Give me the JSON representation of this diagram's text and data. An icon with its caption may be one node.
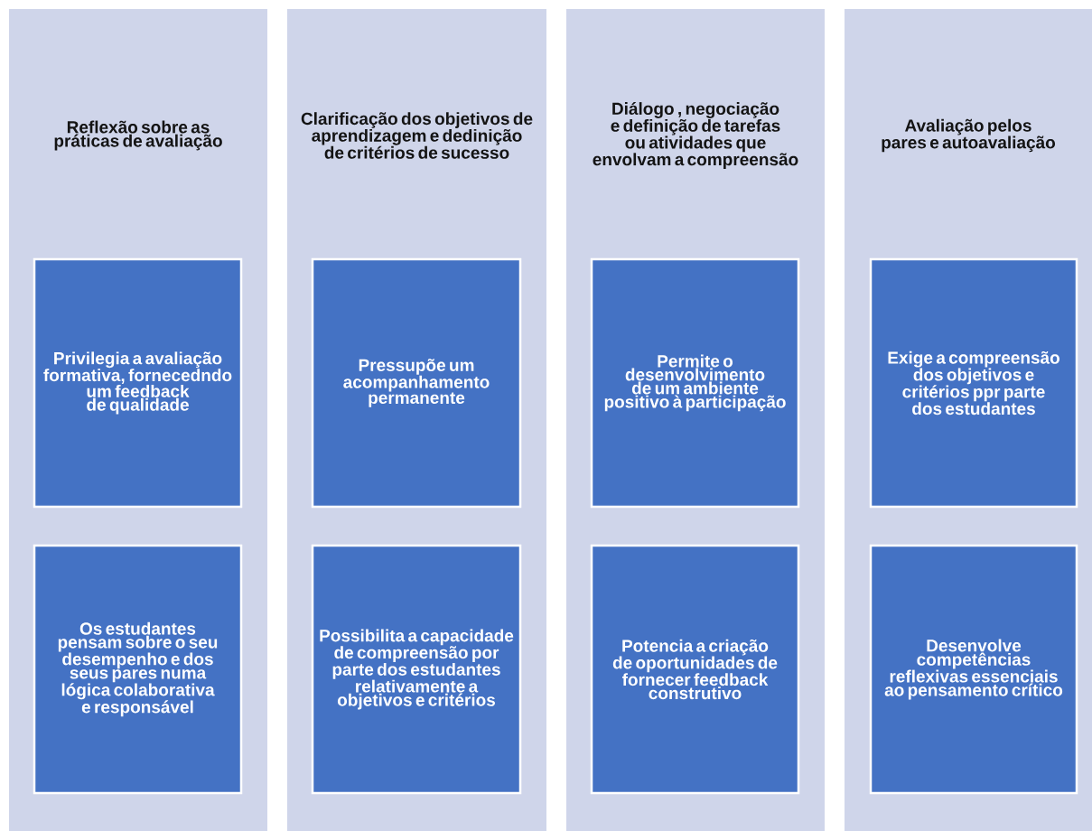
{
  "diagram": {
    "nodes": [
      {
        "text": [
          "Reflexão sobre as práticas de avaliação"
        ]
      },
      {
        "text": [
          "Privilegia a avaliação formativa, fornecedndo um feedback de qualidade"
        ],
        "in": 0
      },
      {
        "text": [
          "Os estudantes pensam sobre o seu desempenho e dos seus pares numa lógica colaborativa e responsável"
        ],
        "in": 0
      },
      {
        "text": [
          "Clarificação dos objetivos de aprendizagem e dedinição de critérios de sucesso"
        ]
      },
      {
        "text": [
          "Pressupõe um acompanhamento permanente"
        ],
        "in": 3
      },
      {
        "text": [
          "Possibilita a capacidade de compreensão por parte dos estudantes relativamente a objetivos e critérios"
        ],
        "in": 3
      },
      {
        "text": [
          "Diálogo , negociação e definição de tarefas ou atividades que envolvam a compreensão"
        ]
      },
      {
        "text": [
          "Permite o desenvolvimento de um ambiente positivo à participação"
        ],
        "in": 6
      },
      {
        "text": [
          "Potencia a criação de oportunidades de fornecer feedback construtivo"
        ],
        "in": 6
      },
      {
        "text": [
          "Avaliação pelos pares e autoavaliação"
        ]
      },
      {
        "text": [
          "Exige a compreensão dos objetivos e critérios ppr parte dos estudantes"
        ],
        "in": 9
      },
      {
        "text": [
          "Desenvolve competências reflexivas essenciais ao pensamento crítico"
        ],
        "in": 9
      }
    ]
  }
}
